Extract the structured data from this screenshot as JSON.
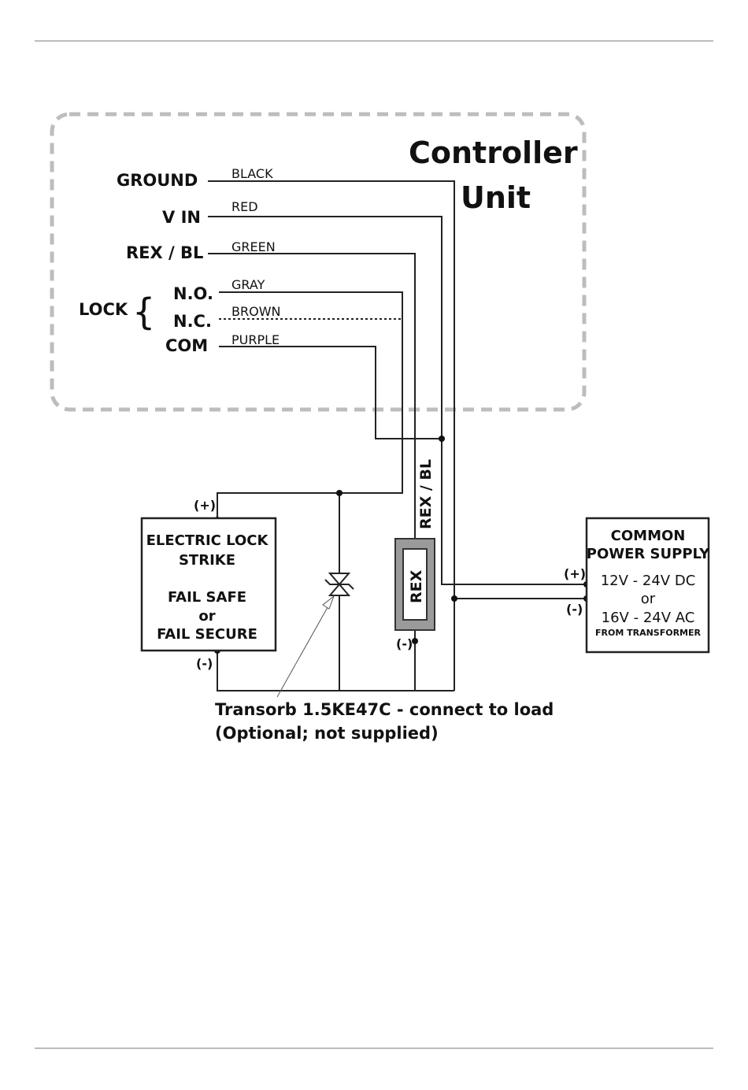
{
  "controller": {
    "title_line1": "Controller",
    "title_line2": "Unit",
    "terminals": {
      "ground": "GROUND",
      "vin": "V IN",
      "rex_bl": "REX / BL",
      "lock": "LOCK",
      "no": "N.O.",
      "nc": "N.C.",
      "com": "COM"
    },
    "wires": {
      "black": "BLACK",
      "red": "RED",
      "green": "GREEN",
      "gray": "GRAY",
      "brown": "BROWN",
      "purple": "PURPLE"
    }
  },
  "lock_box": {
    "line1": "ELECTRIC LOCK",
    "line2": "STRIKE",
    "line3": "FAIL SAFE",
    "line4": "or",
    "line5": "FAIL SECURE",
    "plus": "(+)",
    "minus": "(-)"
  },
  "rex_label": "REX / BL",
  "rex_box": {
    "label": "REX",
    "minus": "(-)"
  },
  "power_supply": {
    "line1": "COMMON",
    "line2": "POWER SUPPLY",
    "line3": "12V - 24V DC",
    "line4": "or",
    "line5": "16V - 24V AC",
    "line6": "FROM TRANSFORMER",
    "plus": "(+)",
    "minus": "(-)"
  },
  "transorb_note": {
    "line1": "Transorb 1.5KE47C - connect to load",
    "line2": "(Optional; not supplied)"
  }
}
